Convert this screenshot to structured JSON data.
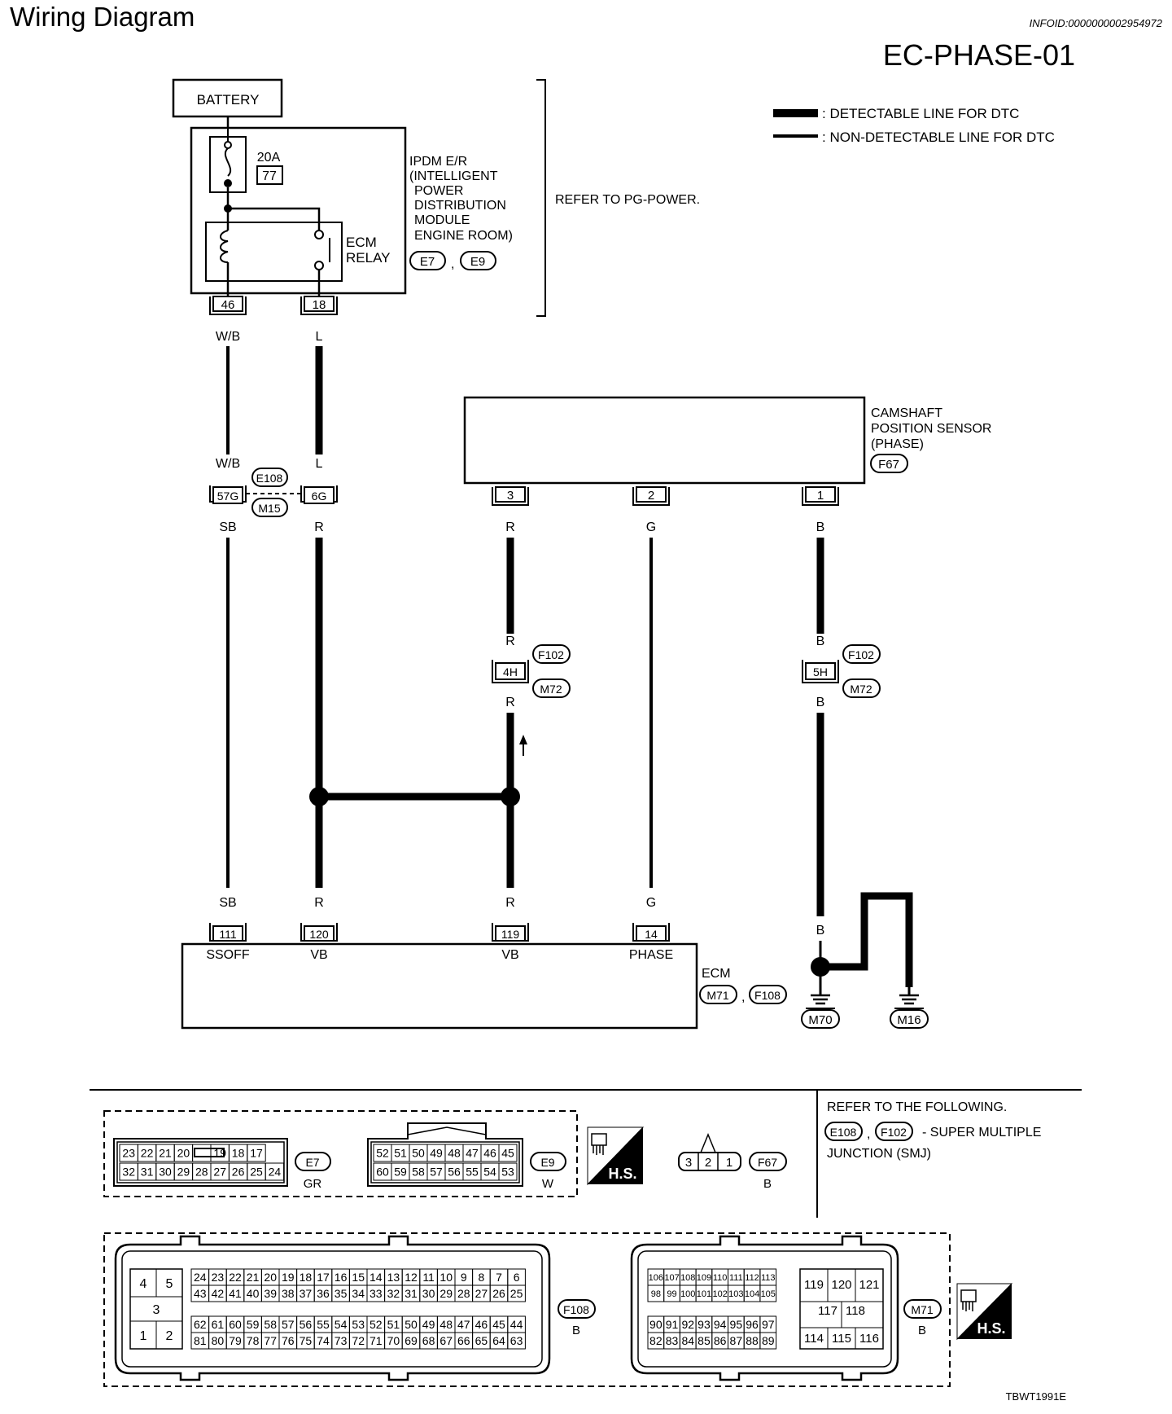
{
  "header": {
    "title": "Wiring Diagram",
    "info_id": "INFOID:0000000002954972",
    "page_code": "EC-PHASE-01"
  },
  "legend": {
    "detectable": ": DETECTABLE LINE FOR DTC",
    "non_detectable": ": NON-DETECTABLE LINE FOR DTC"
  },
  "battery": "BATTERY",
  "ipdm": {
    "lines": [
      "IPDM E/R",
      "(INTELLIGENT",
      "POWER",
      "DISTRIBUTION",
      "MODULE",
      "ENGINE ROOM)"
    ],
    "connectors": [
      "E7",
      "E9"
    ],
    "fuse_rating": "20A",
    "fuse_number": "77",
    "relay_label": [
      "ECM",
      "RELAY"
    ],
    "terminal_46": "46",
    "terminal_18": "18"
  },
  "refer_pg_power": "REFER TO PG-POWER.",
  "camshaft": {
    "lines": [
      "CAMSHAFT",
      "POSITION SENSOR",
      "(PHASE)"
    ],
    "connector": "F67",
    "terminals": [
      "3",
      "2",
      "1"
    ]
  },
  "wire_colors": {
    "wb": "W/B",
    "l": "L",
    "sb": "SB",
    "r": "R",
    "g": "G",
    "b": "B"
  },
  "joint_connectors": {
    "e108": "E108",
    "m15": "M15",
    "t57g": "57G",
    "t6g": "6G",
    "f102": "F102",
    "m72": "M72",
    "t4h": "4H",
    "t5h": "5H"
  },
  "ecm": {
    "label": "ECM",
    "connectors": [
      "M71",
      "F108"
    ],
    "terminals": [
      {
        "num": "111",
        "name": "SSOFF"
      },
      {
        "num": "120",
        "name": "VB"
      },
      {
        "num": "119",
        "name": "VB"
      },
      {
        "num": "14",
        "name": "PHASE"
      }
    ]
  },
  "grounds": [
    "M70",
    "M16"
  ],
  "connector_views": {
    "e7": {
      "row1": [
        "23",
        "22",
        "21",
        "20",
        "",
        "19",
        "18",
        "17"
      ],
      "row2": [
        "32",
        "31",
        "30",
        "29",
        "28",
        "27",
        "26",
        "25",
        "24"
      ],
      "id": "E7",
      "color": "GR"
    },
    "e9": {
      "row1": [
        "52",
        "51",
        "50",
        "49",
        "48",
        "47",
        "46",
        "45"
      ],
      "row2": [
        "60",
        "59",
        "58",
        "57",
        "56",
        "55",
        "54",
        "53"
      ],
      "id": "E9",
      "color": "W"
    },
    "f67": {
      "pins": [
        "3",
        "2",
        "1"
      ],
      "id": "F67",
      "color": "B"
    },
    "f108": {
      "side": [
        "4",
        "5",
        "3",
        "1",
        "2"
      ],
      "row1": [
        "24",
        "23",
        "22",
        "21",
        "20",
        "19",
        "18",
        "17",
        "16",
        "15",
        "14",
        "13",
        "12",
        "11",
        "10",
        "9",
        "8",
        "7",
        "6"
      ],
      "row2": [
        "43",
        "42",
        "41",
        "40",
        "39",
        "38",
        "37",
        "36",
        "35",
        "34",
        "33",
        "32",
        "31",
        "30",
        "29",
        "28",
        "27",
        "26",
        "25"
      ],
      "row3": [
        "62",
        "61",
        "60",
        "59",
        "58",
        "57",
        "56",
        "55",
        "54",
        "53",
        "52",
        "51",
        "50",
        "49",
        "48",
        "47",
        "46",
        "45",
        "44"
      ],
      "row4": [
        "81",
        "80",
        "79",
        "78",
        "77",
        "76",
        "75",
        "74",
        "73",
        "72",
        "71",
        "70",
        "69",
        "68",
        "67",
        "66",
        "65",
        "64",
        "63"
      ],
      "id": "F108",
      "color": "B"
    },
    "m71": {
      "row1": [
        "106",
        "107",
        "108",
        "109",
        "110",
        "111",
        "112",
        "113"
      ],
      "row2": [
        "98",
        "99",
        "100",
        "101",
        "102",
        "103",
        "104",
        "105"
      ],
      "row3": [
        "90",
        "91",
        "92",
        "93",
        "94",
        "95",
        "96",
        "97"
      ],
      "row4": [
        "82",
        "83",
        "84",
        "85",
        "86",
        "87",
        "88",
        "89"
      ],
      "right": [
        "119",
        "120",
        "121",
        "117",
        "118",
        "114",
        "115",
        "116"
      ],
      "id": "M71",
      "color": "B"
    }
  },
  "hs_label": "H.S.",
  "refer_following": {
    "line1": "REFER TO THE FOLLOWING.",
    "connectors": [
      "E108",
      "F102"
    ],
    "line2": "- SUPER MULTIPLE",
    "line3": "JUNCTION (SMJ)"
  },
  "figure_code": "TBWT1991E"
}
